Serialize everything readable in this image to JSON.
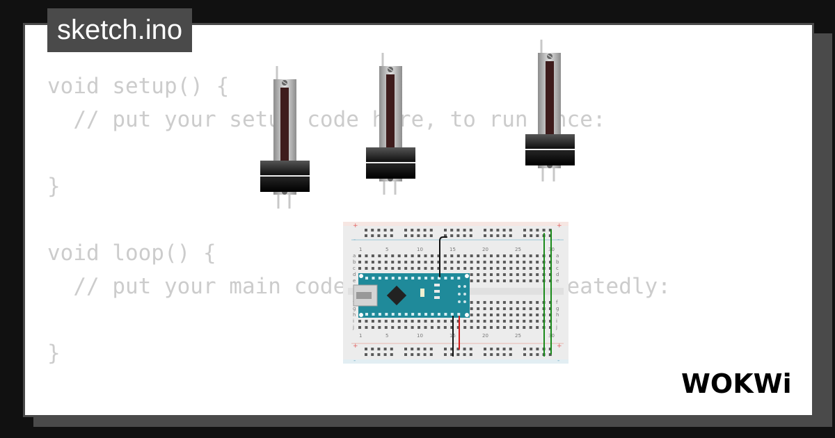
{
  "title": "sketch.ino",
  "code_lines": [
    "void setup() {",
    "  // put your setup code here, to run once:",
    "",
    "}",
    "",
    "void loop() {",
    "  // put your main code here, to run repeatedly:",
    "",
    "}"
  ],
  "logo": "WOKWi",
  "breadboard": {
    "column_labels": [
      "1",
      "5",
      "10",
      "15",
      "20",
      "25",
      "30"
    ],
    "row_labels_top": [
      "a",
      "b",
      "c",
      "d",
      "e"
    ],
    "row_labels_bottom": [
      "f",
      "g",
      "h",
      "i",
      "j"
    ],
    "rail_plus": "+",
    "rail_minus": "-"
  },
  "colors": {
    "background": "#111111",
    "frame": "#4a4a4a",
    "code_text": "#cccccc",
    "board_teal": "#1f8a9a",
    "wire_green": "#1a8a1a",
    "wire_red": "#d11a1a",
    "wire_black": "#111111"
  },
  "icons": [
    "slide-potentiometer-icon",
    "arduino-nano-icon",
    "breadboard-icon",
    "usb-connector-icon"
  ]
}
